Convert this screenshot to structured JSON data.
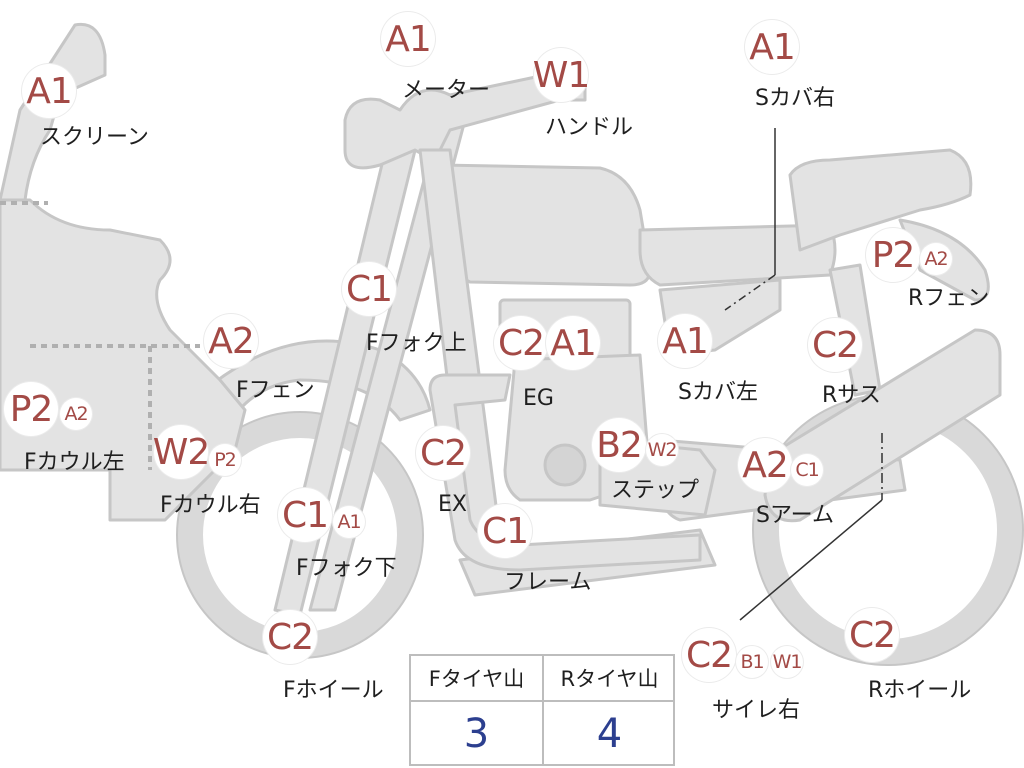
{
  "parts": [
    {
      "id": "screen",
      "label": "スクリーン",
      "badges": [
        "A1"
      ]
    },
    {
      "id": "meter",
      "label": "メーター",
      "badges": [
        "A1"
      ]
    },
    {
      "id": "handle",
      "label": "ハンドル",
      "badges": [
        "W1"
      ]
    },
    {
      "id": "scover-r",
      "label": "Sカバ右",
      "badges": [
        "A1"
      ]
    },
    {
      "id": "rfender",
      "label": "Rフェン",
      "badges": [
        "P2",
        "A2"
      ]
    },
    {
      "id": "ffork-top",
      "label": "Fフォク上",
      "badges": [
        "C1"
      ]
    },
    {
      "id": "ffender",
      "label": "Fフェン",
      "badges": [
        "A2"
      ]
    },
    {
      "id": "eg",
      "label": "EG",
      "badges": [
        "C2",
        "A1"
      ]
    },
    {
      "id": "scover-l",
      "label": "Sカバ左",
      "badges": [
        "A1"
      ]
    },
    {
      "id": "rsus",
      "label": "Rサス",
      "badges": [
        "C2"
      ]
    },
    {
      "id": "fcowl-l",
      "label": "Fカウル左",
      "badges": [
        "P2",
        "A2"
      ]
    },
    {
      "id": "fcowl-r",
      "label": "Fカウル右",
      "badges": [
        "W2",
        "P2"
      ]
    },
    {
      "id": "ex",
      "label": "EX",
      "badges": [
        "C2"
      ]
    },
    {
      "id": "step",
      "label": "ステップ",
      "badges": [
        "B2",
        "W2"
      ]
    },
    {
      "id": "sarm",
      "label": "Sアーム",
      "badges": [
        "A2",
        "C1"
      ]
    },
    {
      "id": "ffork-low",
      "label": "Fフォク下",
      "badges": [
        "C1",
        "A1"
      ]
    },
    {
      "id": "frame",
      "label": "フレーム",
      "badges": [
        "C1"
      ]
    },
    {
      "id": "fwheel",
      "label": "Fホイール",
      "badges": [
        "C2"
      ]
    },
    {
      "id": "muffler-r",
      "label": "サイレ右",
      "badges": [
        "C2",
        "B1",
        "W1"
      ]
    },
    {
      "id": "rwheel",
      "label": "Rホイール",
      "badges": [
        "C2"
      ]
    }
  ],
  "tire_table": {
    "front_header": "Fタイヤ山",
    "rear_header": "Rタイヤ山",
    "front_value": "3",
    "rear_value": "4"
  },
  "colors": {
    "badge_text": "#a34a46",
    "tire_value": "#2c3f8f",
    "part_fill": "#e3e3e3",
    "part_stroke": "#c9c9c9"
  }
}
